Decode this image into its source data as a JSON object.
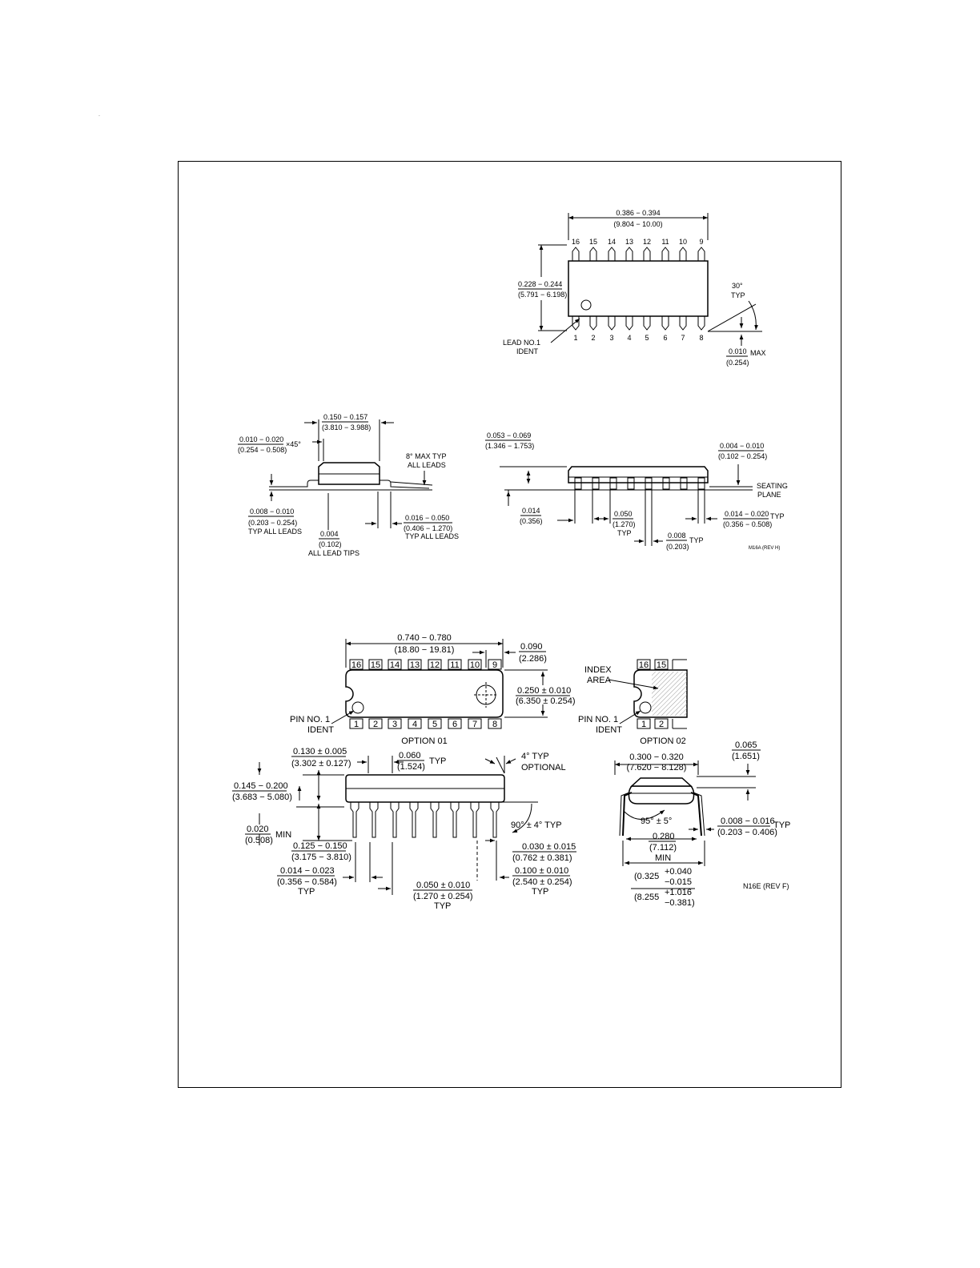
{
  "corner_mark": "·",
  "soic": {
    "top_view": {
      "length_in": "0.386 − 0.394",
      "length_mm": "(9.804 − 10.00)",
      "width_in": "0.228 − 0.244",
      "width_mm": "(5.791 − 6.198)",
      "top_pins": [
        "16",
        "15",
        "14",
        "13",
        "12",
        "11",
        "10",
        "9"
      ],
      "bottom_pins": [
        "1",
        "2",
        "3",
        "4",
        "5",
        "6",
        "7",
        "8"
      ],
      "lead_ident_line1": "LEAD NO.1",
      "lead_ident_line2": "IDENT",
      "angle_line1": "30°",
      "angle_line2": "TYP",
      "max_in": "0.010",
      "max_label": "MAX",
      "max_mm": "(0.254)"
    },
    "end_view": {
      "body_in": "0.150 − 0.157",
      "body_mm": "(3.810 − 3.988)",
      "chamfer_in": "0.010 − 0.020",
      "chamfer_mm": "(0.254 − 0.508)",
      "chamfer_suffix": "×45°",
      "angle_line1": "8° MAX TYP",
      "angle_line2": "ALL LEADS",
      "lead_thk_in": "0.008 − 0.010",
      "lead_thk_mm": "(0.203 − 0.254)",
      "lead_thk_note": "TYP ALL LEADS",
      "foot_in": "0.016 − 0.050",
      "foot_mm": "(0.406 − 1.270)",
      "foot_note": "TYP ALL LEADS",
      "tips_in": "0.004",
      "tips_mm": "(0.102)",
      "tips_note": "ALL LEAD TIPS"
    },
    "side_view": {
      "height_in": "0.053 − 0.069",
      "height_mm": "(1.346 − 1.753)",
      "standoff_in": "0.004 − 0.010",
      "standoff_mm": "(0.102 − 0.254)",
      "seating_line1": "SEATING",
      "seating_line2": "PLANE",
      "min_in": "0.014",
      "min_mm": "(0.356)",
      "pitch_in": "0.050",
      "pitch_mm": "(1.270)",
      "pitch_note": "TYP",
      "lead_w_in": "0.014 − 0.020",
      "lead_w_mm": "(0.356 − 0.508)",
      "lead_w_note": "TYP",
      "gap_in": "0.008",
      "gap_mm": "(0.203)",
      "gap_note": "TYP",
      "drawing_id": "M16A (REV H)"
    }
  },
  "dip": {
    "top_view": {
      "length_in": "0.740 − 0.780",
      "length_mm": "(18.80 − 19.81)",
      "end_in": "0.090",
      "end_mm": "(2.286)",
      "width_in": "0.250 ± 0.010",
      "width_mm": "(6.350 ± 0.254)",
      "top_pins": [
        "16",
        "15",
        "14",
        "13",
        "12",
        "11",
        "10",
        "9"
      ],
      "bottom_pins": [
        "1",
        "2",
        "3",
        "4",
        "5",
        "6",
        "7",
        "8"
      ],
      "pin1_line1": "PIN NO. 1",
      "pin1_line2": "IDENT",
      "option1": "OPTION 01"
    },
    "option2": {
      "index_line1": "INDEX",
      "index_line2": "AREA",
      "top_pins": [
        "16",
        "15"
      ],
      "bottom_pins": [
        "1",
        "2"
      ],
      "pin1_line1": "PIN NO. 1",
      "pin1_line2": "IDENT",
      "label": "OPTION 02"
    },
    "side_view": {
      "h1_in": "0.130 ± 0.005",
      "h1_mm": "(3.302 ± 0.127)",
      "shoulder_in": "0.060",
      "shoulder_mm": "(1.524)",
      "shoulder_note": "TYP",
      "draft_line1": "4° TYP",
      "draft_line2": "OPTIONAL",
      "h2_in": "0.145 − 0.200",
      "h2_mm": "(3.683 − 5.080)",
      "min_in": "0.020",
      "min_mm": "(0.508)",
      "min_note": "MIN",
      "angle": "90° ± 4° TYP",
      "lead_len_in": "0.125 − 0.150",
      "lead_len_mm": "(3.175 − 3.810)",
      "tip_in": "0.030 ± 0.015",
      "tip_mm": "(0.762 ± 0.381)",
      "lead_w_in": "0.014 − 0.023",
      "lead_w_mm": "(0.356 − 0.584)",
      "lead_w_note": "TYP",
      "wide_in": "0.050 ± 0.010",
      "wide_mm": "(1.270 ± 0.254)",
      "wide_note": "TYP",
      "pitch_in": "0.100 ± 0.010",
      "pitch_mm": "(2.540 ± 0.254)",
      "pitch_note": "TYP"
    },
    "end_view": {
      "width_in": "0.300 − 0.320",
      "width_mm": "(7.620 − 8.128)",
      "top_in": "0.065",
      "top_mm": "(1.651)",
      "angle": "95° ± 5°",
      "lead_thk_in": "0.008 − 0.016",
      "lead_thk_mm": "(0.203 − 0.406)",
      "lead_thk_note": "TYP",
      "min_in": "0.280",
      "min_mm": "(7.112)",
      "min_note": "MIN",
      "span_in_base": "(0.325",
      "span_in_plus": "+0.040",
      "span_in_minus": "−0.015",
      "span_mm_base": "(8.255",
      "span_mm_plus": "+1.016",
      "span_mm_minus": "−0.381)",
      "drawing_id": "N16E (REV F)"
    }
  }
}
